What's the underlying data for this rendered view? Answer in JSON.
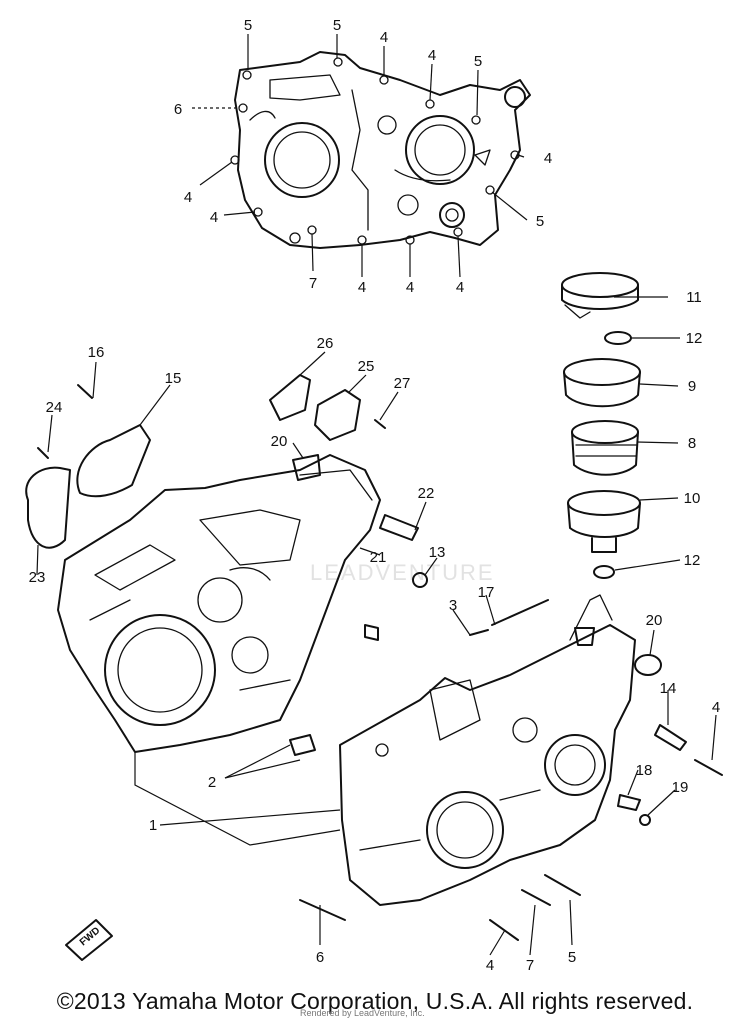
{
  "diagram": {
    "callouts": [
      "5",
      "5",
      "4",
      "4",
      "5",
      "6",
      "4",
      "4",
      "4",
      "5",
      "7",
      "4",
      "4",
      "4",
      "11",
      "12",
      "9",
      "8",
      "10",
      "12",
      "26",
      "25",
      "27",
      "16",
      "15",
      "24",
      "20",
      "22",
      "21",
      "13",
      "23",
      "3",
      "17",
      "20",
      "14",
      "4",
      "2",
      "18",
      "19",
      "1",
      "6",
      "4",
      "7",
      "5"
    ],
    "fwd_label": "FWD",
    "watermark": "LEADVENTURE"
  },
  "footer": {
    "copyright": "©2013 Yamaha Motor Corporation, U.S.A. All rights reserved.",
    "render_credit": "Rendered by LeadVenture, Inc."
  }
}
